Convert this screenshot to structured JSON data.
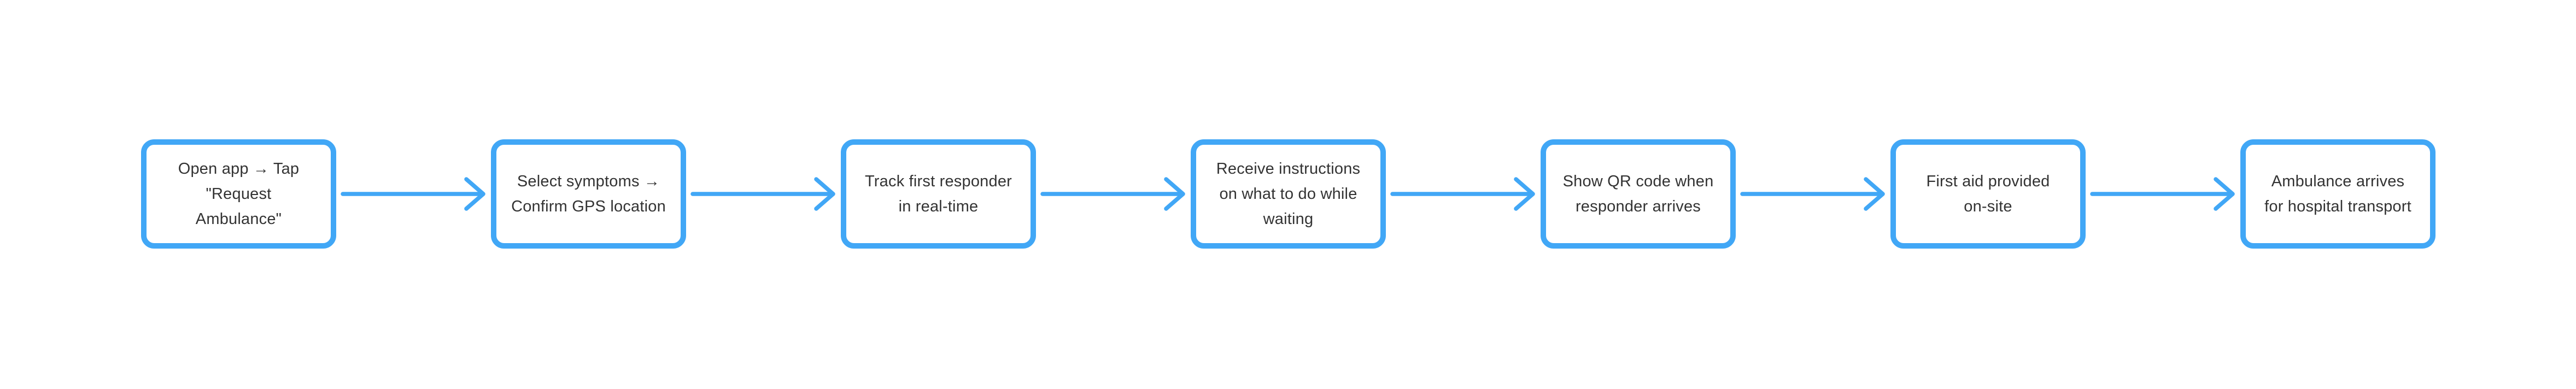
{
  "flow": {
    "accent_color": "#41A7F6",
    "node_text_color": "#333333",
    "background_color": "#ffffff",
    "connector_icon": "arrow-right-icon",
    "steps": [
      {
        "label": "Open app → Tap\n\"Request\nAmbulance\""
      },
      {
        "label": "Select symptoms →\nConfirm GPS location"
      },
      {
        "label": "Track first responder\nin real-time"
      },
      {
        "label": "Receive instructions\non what to do while\nwaiting"
      },
      {
        "label": "Show QR code when\nresponder arrives"
      },
      {
        "label": "First aid provided\non-site"
      },
      {
        "label": "Ambulance arrives\nfor hospital transport"
      }
    ]
  }
}
